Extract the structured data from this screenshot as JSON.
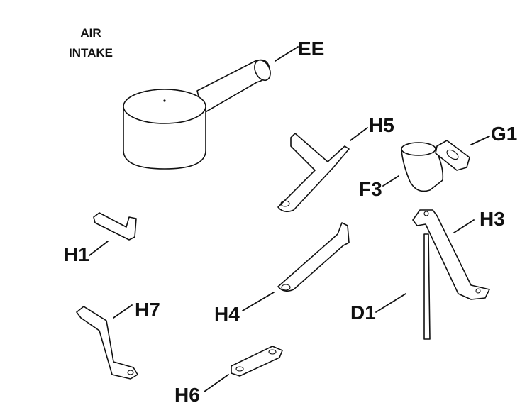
{
  "title_lines": [
    "AIR",
    "INTAKE"
  ],
  "callouts": {
    "ee": "EE",
    "h5": "H5",
    "g1": "G1",
    "f3": "F3",
    "h1": "H1",
    "h3": "H3",
    "h4": "H4",
    "d1": "D1",
    "h7": "H7",
    "h6": "H6"
  }
}
